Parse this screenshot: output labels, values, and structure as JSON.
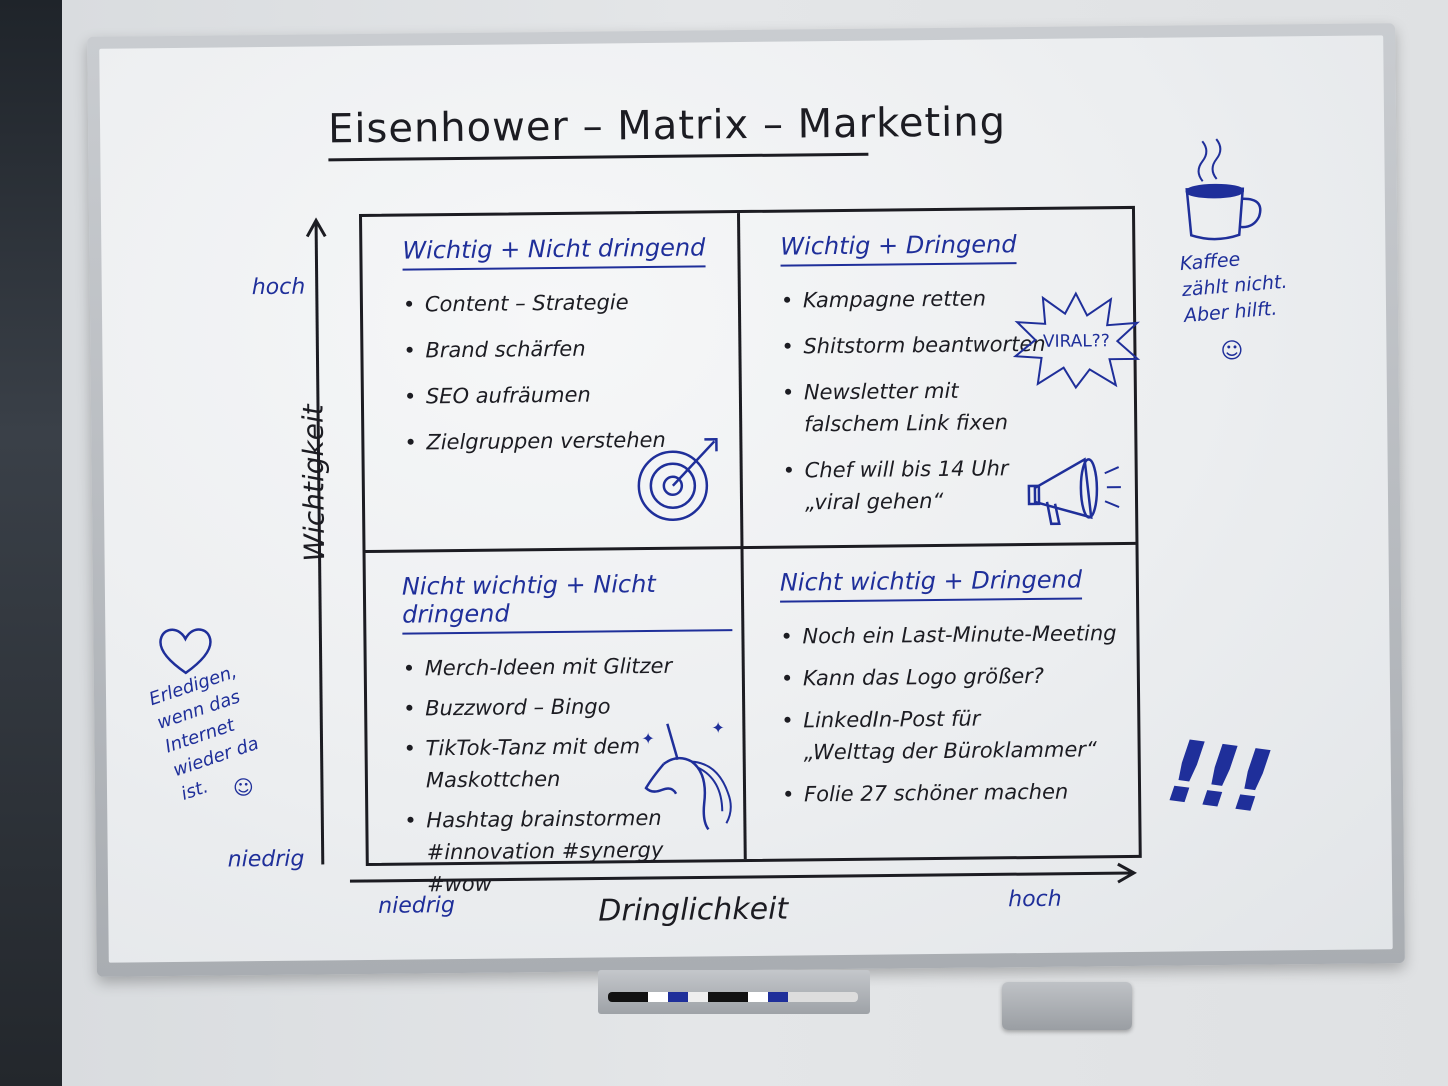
{
  "title": "Eisenhower – Matrix – Marketing",
  "axes": {
    "y_label": "Wichtigkeit",
    "y_high": "hoch",
    "y_low": "niedrig",
    "x_label": "Dringlichkeit",
    "x_low": "niedrig",
    "x_high": "hoch"
  },
  "quadrants": {
    "top_left": {
      "heading": "Wichtig + Nicht dringend",
      "items": [
        "Content – Strategie",
        "Brand schärfen",
        "SEO aufräumen",
        "Zielgruppen verstehen"
      ]
    },
    "top_right": {
      "heading": "Wichtig + Dringend",
      "items": [
        "Kampagne retten",
        "Shitstorm beantworten",
        "Newsletter mit\nfalschem Link fixen",
        "Chef will bis 14 Uhr\n„viral gehen“"
      ]
    },
    "bottom_left": {
      "heading": "Nicht wichtig + Nicht dringend",
      "items": [
        "Merch-Ideen mit Glitzer",
        "Buzzword – Bingo",
        "TikTok-Tanz mit dem\nMaskottchen",
        "Hashtag brainstormen\n#innovation #synergy #wow"
      ]
    },
    "bottom_right": {
      "heading": "Nicht wichtig + Dringend",
      "items": [
        "Noch ein Last-Minute-Meeting",
        "Kann das Logo größer?",
        "LinkedIn-Post für\n„Welttag der Büroklammer“",
        "Folie 27 schöner machen"
      ]
    }
  },
  "doodles": {
    "burst_text": "VIRAL??",
    "coffee_note": "Kaffee\nzählt nicht.\nAber hilft.",
    "heart_note": "Erledigen,\nwenn das\nInternet\nwieder da\nist.",
    "smiley": "☺",
    "exclamations": "!!!"
  },
  "colors": {
    "marker_blue": "#1f2f9a",
    "marker_black": "#1c1c22"
  }
}
